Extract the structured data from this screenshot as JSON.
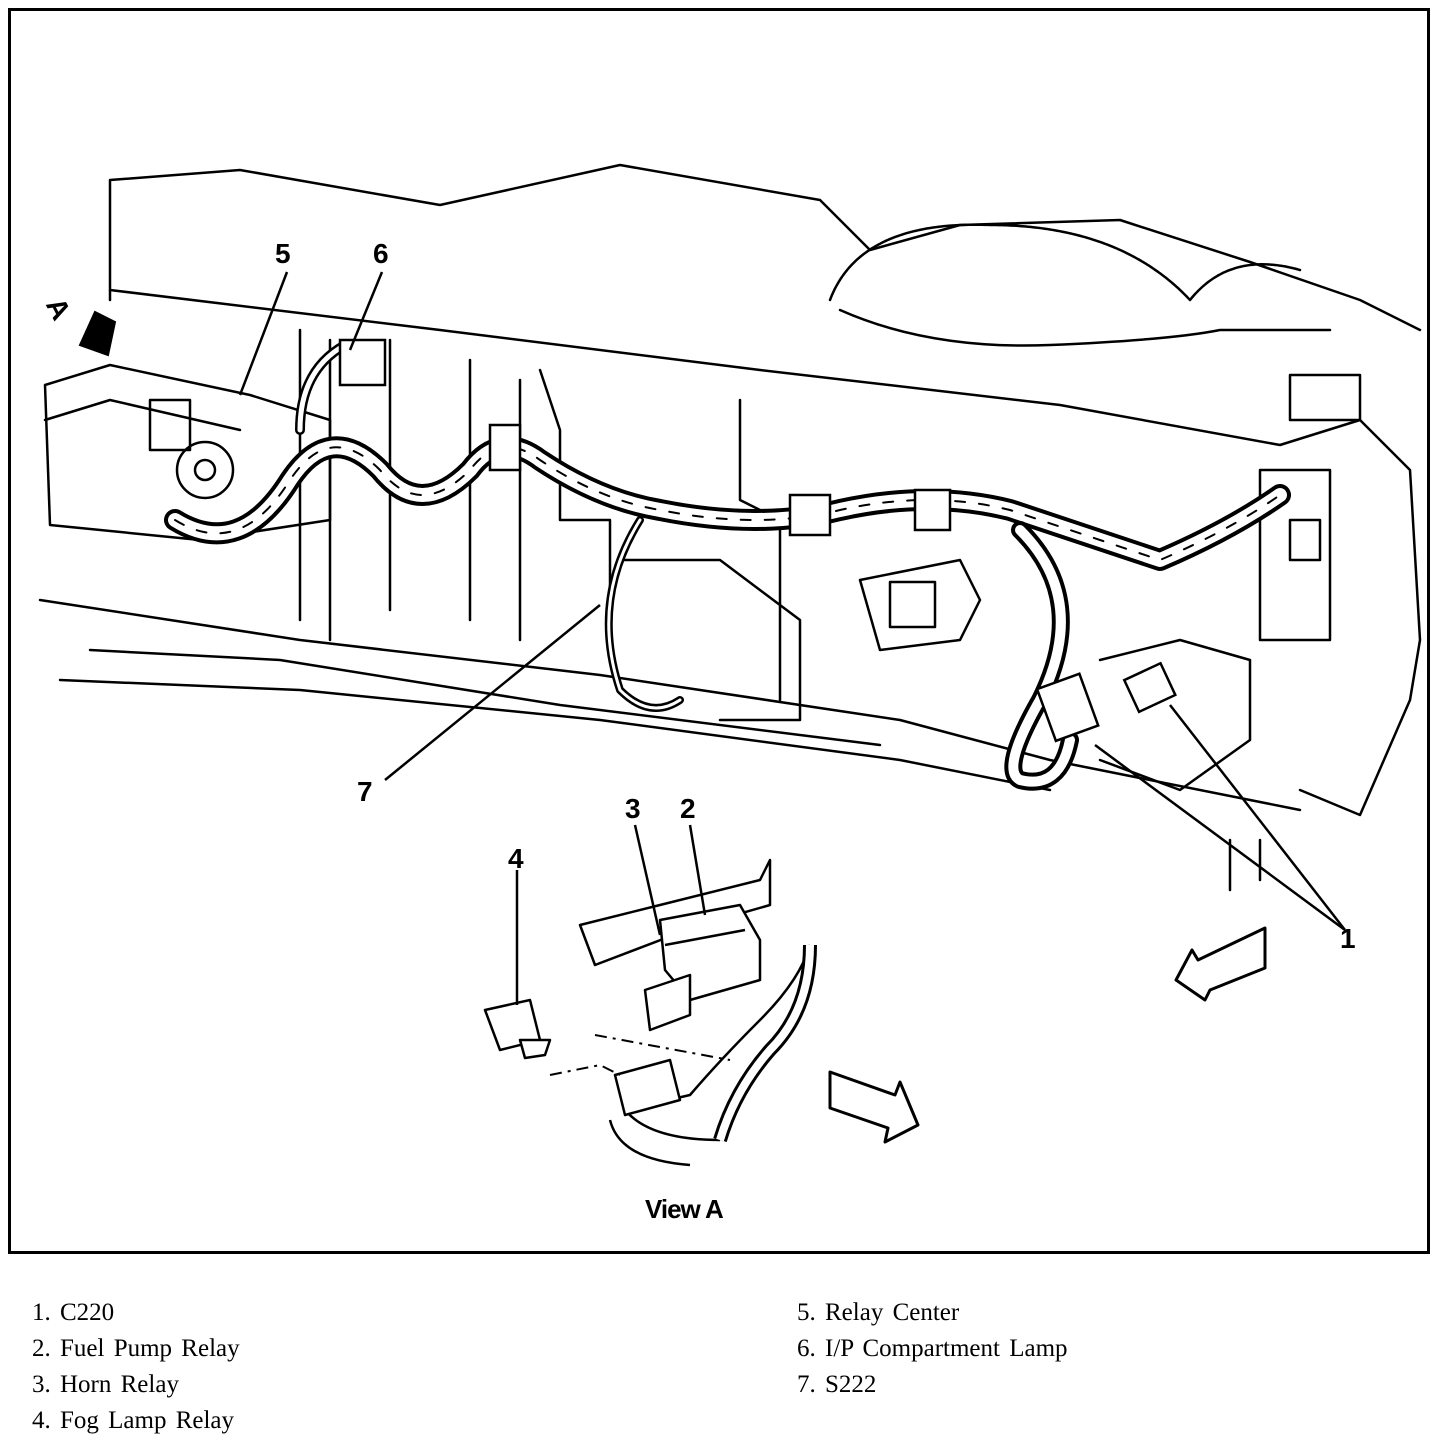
{
  "callouts": {
    "c1": "1",
    "c2": "2",
    "c3": "3",
    "c4": "4",
    "c5": "5",
    "c6": "6",
    "c7": "7",
    "viewA": "A"
  },
  "view_label": "View A",
  "legend": {
    "left": [
      "1. C220",
      "2. Fuel Pump Relay",
      "3. Horn Relay",
      "4. Fog Lamp Relay"
    ],
    "right": [
      "5. Relay Center",
      "6. I/P Compartment Lamp",
      "7. S222"
    ]
  },
  "colors": {
    "line": "#000000",
    "background": "#ffffff"
  }
}
